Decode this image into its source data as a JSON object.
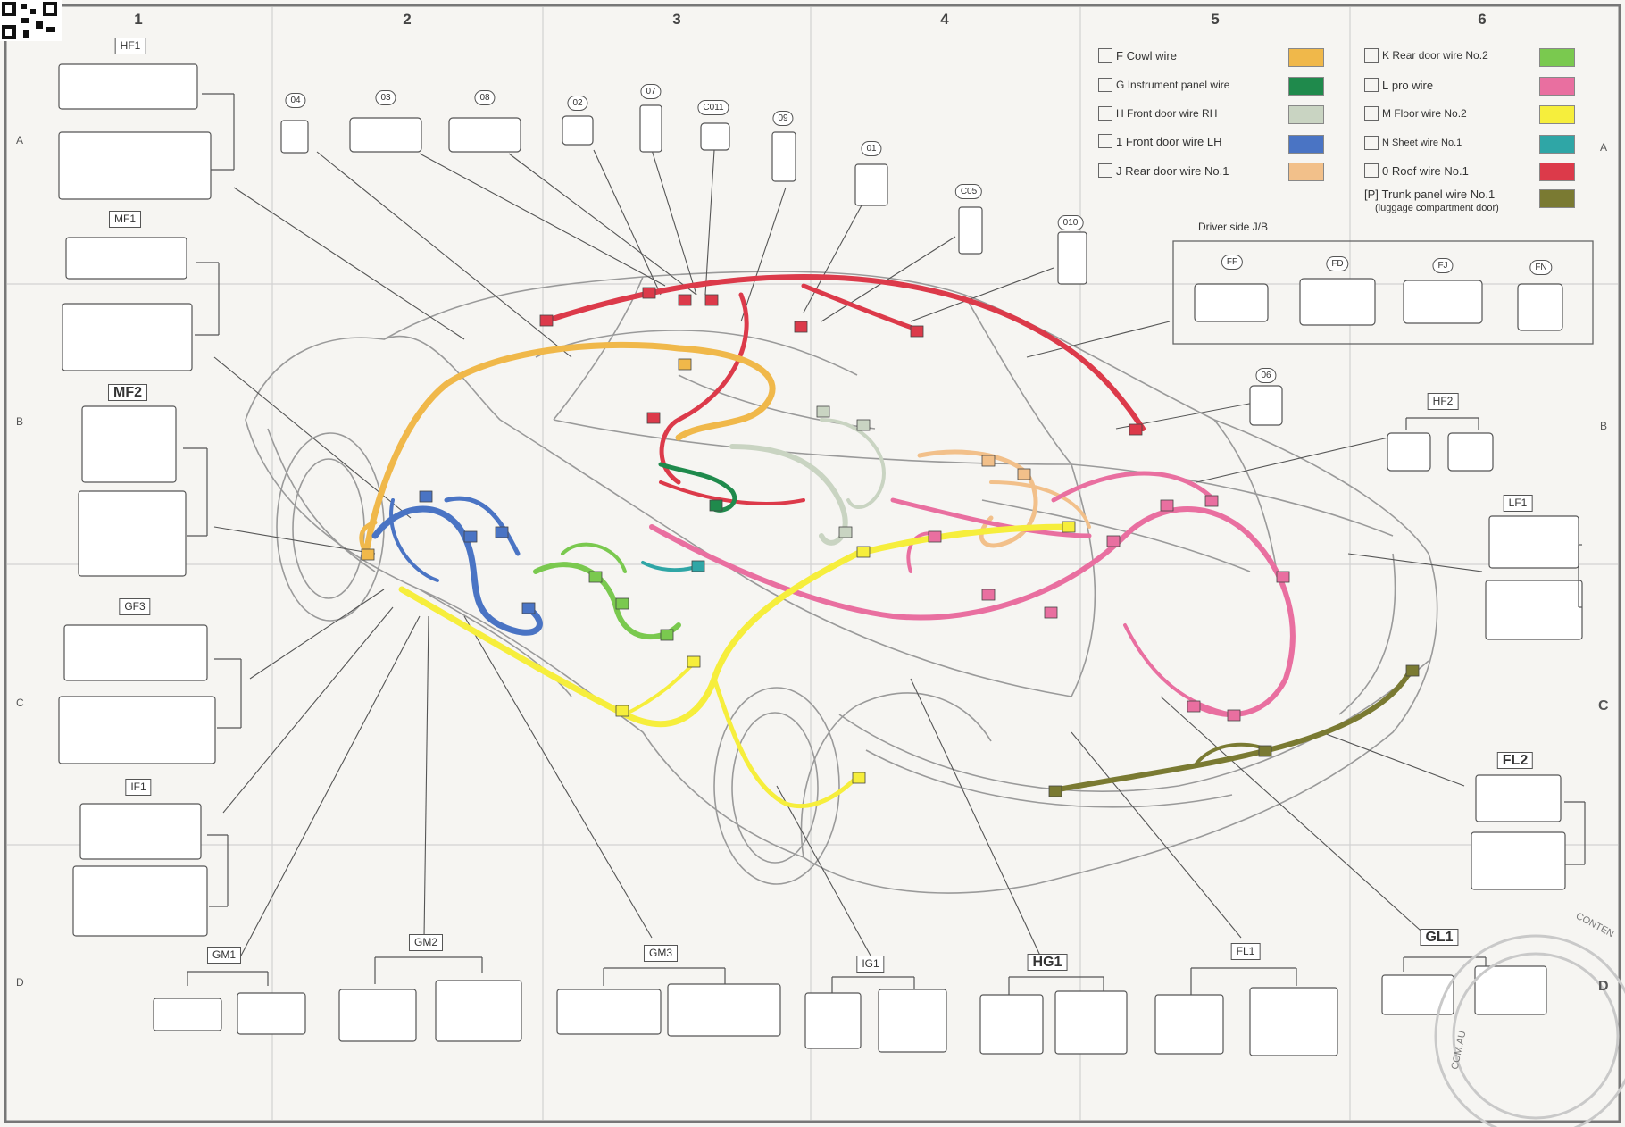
{
  "grid": {
    "columns": [
      "1",
      "2",
      "3",
      "4",
      "5",
      "6"
    ],
    "rows": [
      "A",
      "B",
      "C",
      "D"
    ]
  },
  "legend": [
    {
      "code": "F",
      "label": "Cowl wire",
      "color": "#f0b84a"
    },
    {
      "code": "G",
      "label": "Instrument panel wire",
      "color": "#1f8a4c"
    },
    {
      "code": "H",
      "label": "Front door wire RH",
      "color": "#c9d4c2"
    },
    {
      "code": "1",
      "label": "Front door wire LH",
      "color": "#4a74c4"
    },
    {
      "code": "J",
      "label": "Rear door wire No.1",
      "color": "#f2c08a"
    },
    {
      "code": "K",
      "label": "Rear door wire No.2",
      "color": "#7ac94f"
    },
    {
      "code": "L",
      "label": "pro wire",
      "color": "#e96fa0"
    },
    {
      "code": "M",
      "label": "Floor wire No.2",
      "color": "#f6ee3c"
    },
    {
      "code": "N",
      "label": "Sheet wire No.1",
      "color": "#2fa6a6"
    },
    {
      "code": "0",
      "label": "Roof wire No.1",
      "color": "#dc3a4a"
    },
    {
      "code": "[P]",
      "label": "Trunk panel wire No.1",
      "sub": "(luggage compartment door)",
      "color": "#7a7a32"
    }
  ],
  "junction_block": {
    "title": "Driver side J/B",
    "connectors": [
      "FF",
      "FD",
      "FJ",
      "FN"
    ]
  },
  "connectors": {
    "hf1": "HF1",
    "mf1": "MF1",
    "mf2": "MF2",
    "gf3": "GF3",
    "if1": "IF1",
    "gm1": "GM1",
    "gm2": "GM2",
    "gm3": "GM3",
    "ig1": "IG1",
    "hg1": "HG1",
    "fl1": "FL1",
    "gl1": "GL1",
    "c04": "04",
    "c03": "03",
    "c08": "08",
    "c02": "02",
    "c07": "07",
    "c011": "C011",
    "c09": "09",
    "c01": "01",
    "c05": "C05",
    "c010": "010",
    "c06": "06",
    "hf2": "HF2",
    "lf1": "LF1",
    "fl2": "FL2"
  },
  "watermark": {
    "line1": "CONTEN",
    "line2": "COM.AU"
  }
}
